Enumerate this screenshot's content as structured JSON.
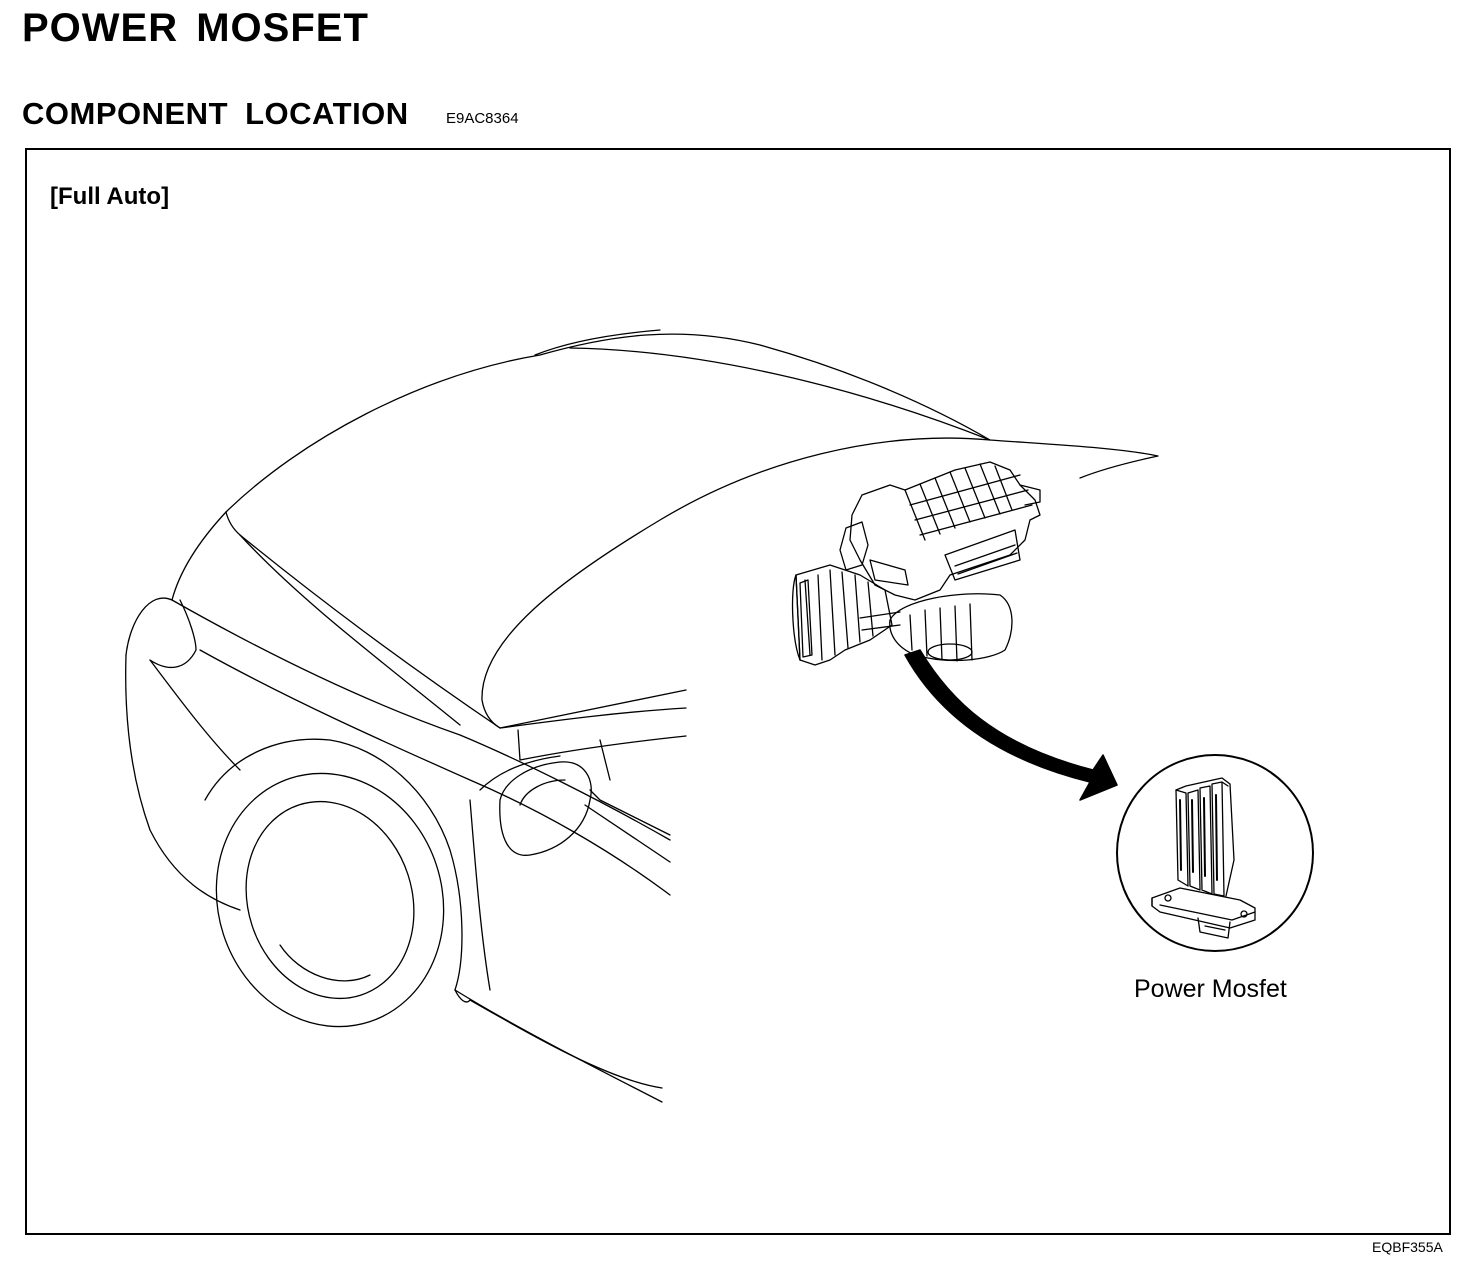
{
  "header": {
    "title": "POWER MOSFET",
    "section": "COMPONENT LOCATION",
    "section_code": "E9AC8364"
  },
  "figure": {
    "variant_label": "[Full Auto]",
    "callout_label": "Power Mosfet",
    "figure_code": "EQBF355A"
  }
}
